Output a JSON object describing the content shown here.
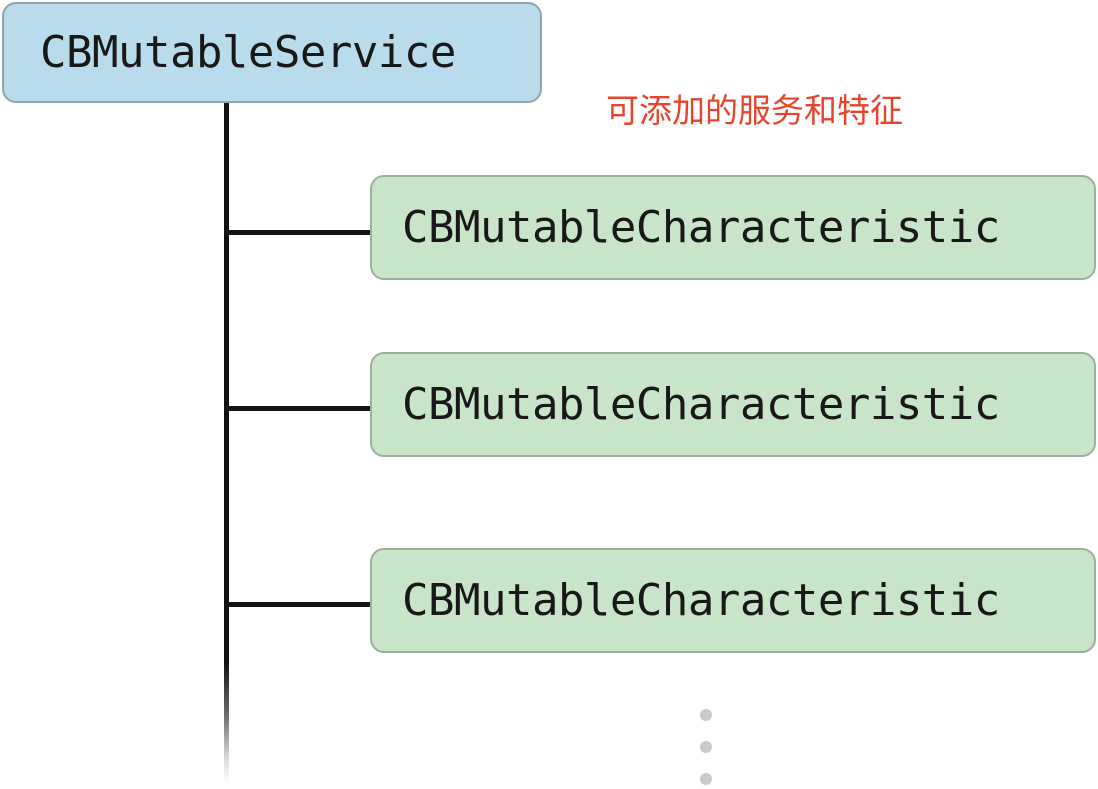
{
  "diagram": {
    "root": {
      "label": "CBMutableService",
      "fill_color": "#b9dced",
      "border_color": "#8fa6ae"
    },
    "children": [
      {
        "label": "CBMutableCharacteristic"
      },
      {
        "label": "CBMutableCharacteristic"
      },
      {
        "label": "CBMutableCharacteristic"
      }
    ],
    "child_fill_color": "#c9e5c9",
    "child_border_color": "#9bb09b",
    "connector_color": "#141414",
    "annotation": {
      "text": "可添加的服务和特征",
      "color": "#e8442c"
    },
    "continuation": {
      "icon": "vertical-ellipsis-icon",
      "dot_color": "#c9c9c9",
      "dot_count": 3
    }
  }
}
